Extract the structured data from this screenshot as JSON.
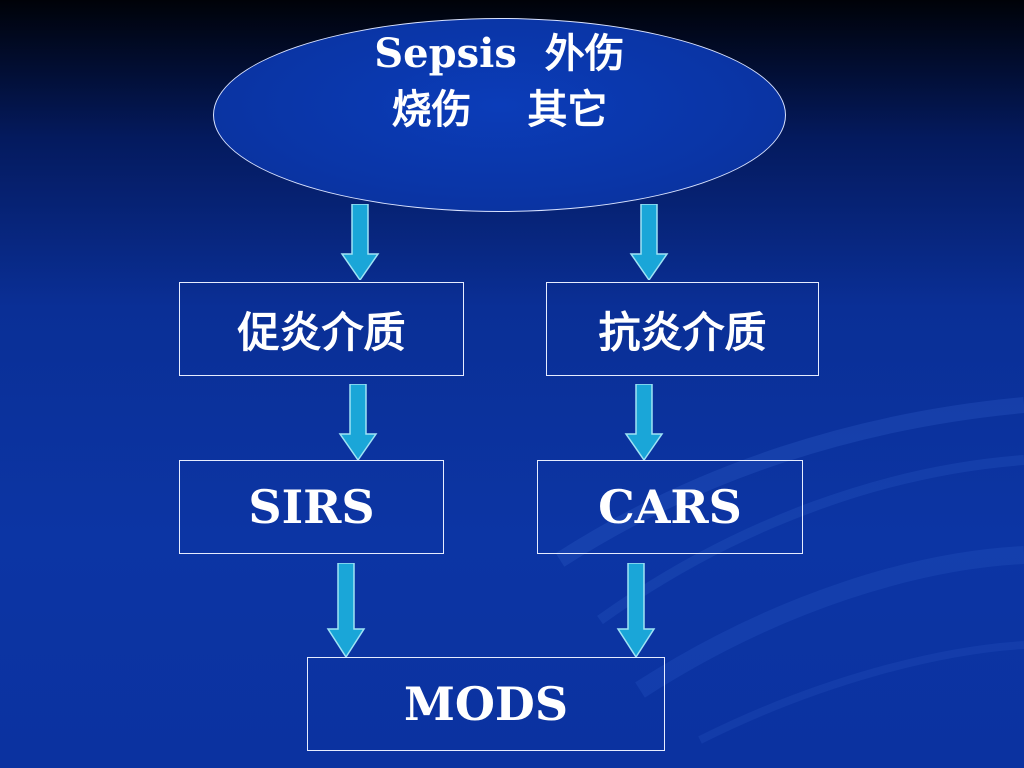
{
  "colors": {
    "background": "#0b33a2",
    "arrow_fill": "#1aa6d8",
    "arrow_stroke": "#9fe3f5",
    "text": "#ffffff",
    "border": "#e6ecff"
  },
  "diagram": {
    "top_node": {
      "line1": "Sepsis  外伤",
      "line2": "烧伤    其它"
    },
    "left_mediator": "促炎介质",
    "right_mediator": "抗炎介质",
    "left_response": "SIRS",
    "right_response": "CARS",
    "outcome": "MODS"
  }
}
